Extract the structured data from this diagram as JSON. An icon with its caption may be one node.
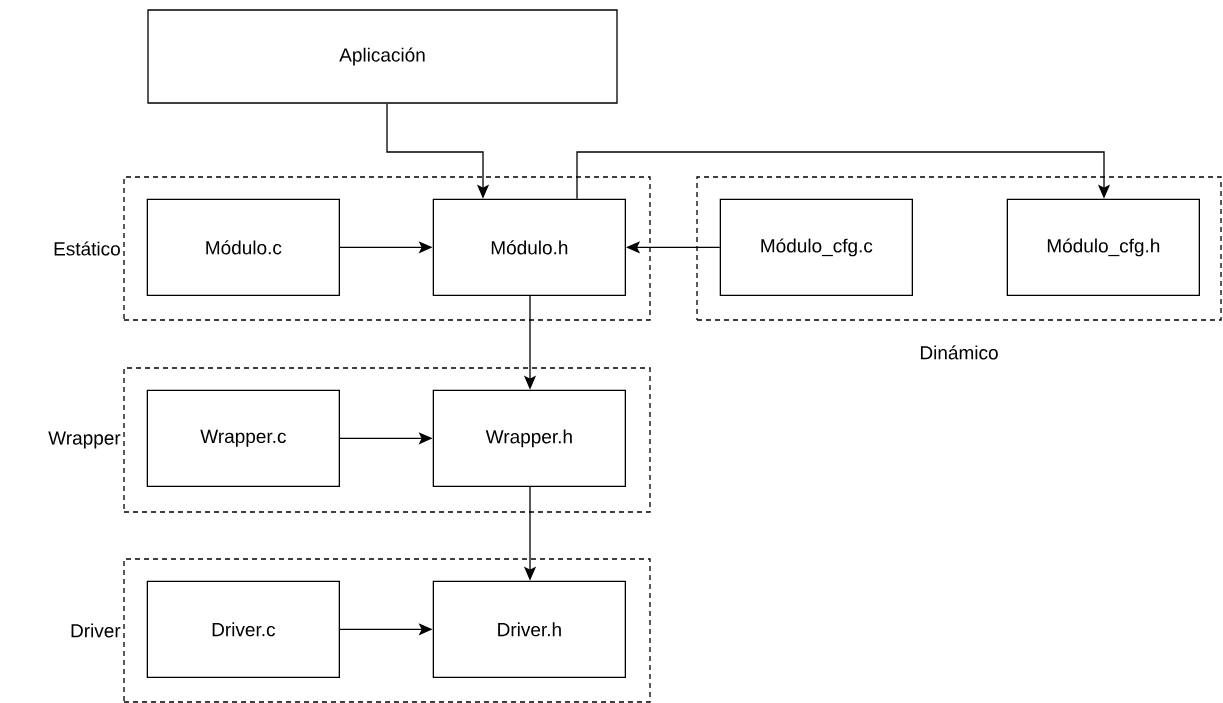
{
  "diagram": {
    "nodes": [
      {
        "text": [
          "Aplicación"
        ]
      },
      {
        "text": [
          "Estático"
        ]
      },
      {
        "text": [
          "Módulo.c"
        ],
        "in": 1
      },
      {
        "text": [
          "Módulo.h"
        ],
        "in": 1
      },
      {
        "text": [
          "Dinámico"
        ]
      },
      {
        "text": [
          "Módulo_cfg.c"
        ],
        "in": 4
      },
      {
        "text": [
          "Módulo_cfg.h"
        ],
        "in": 4
      },
      {
        "text": [
          "Wrapper"
        ]
      },
      {
        "text": [
          "Wrapper.c"
        ],
        "in": 7
      },
      {
        "text": [
          "Wrapper.h"
        ],
        "in": 7
      },
      {
        "text": [
          "Driver"
        ]
      },
      {
        "text": [
          "Driver.c"
        ],
        "in": 10
      },
      {
        "text": [
          "Driver.h"
        ],
        "in": 10
      }
    ],
    "edges": [
      {
        "from": 0,
        "to": 3,
        "arrow": "to"
      },
      {
        "from": 3,
        "to": 6,
        "arrow": "to"
      },
      {
        "from": 2,
        "to": 3,
        "arrow": "to"
      },
      {
        "from": 5,
        "to": 3,
        "arrow": "to"
      },
      {
        "from": 3,
        "to": 9,
        "arrow": "to"
      },
      {
        "from": 8,
        "to": 9,
        "arrow": "to"
      },
      {
        "from": 9,
        "to": 12,
        "arrow": "to"
      },
      {
        "from": 11,
        "to": 12,
        "arrow": "to"
      }
    ]
  }
}
